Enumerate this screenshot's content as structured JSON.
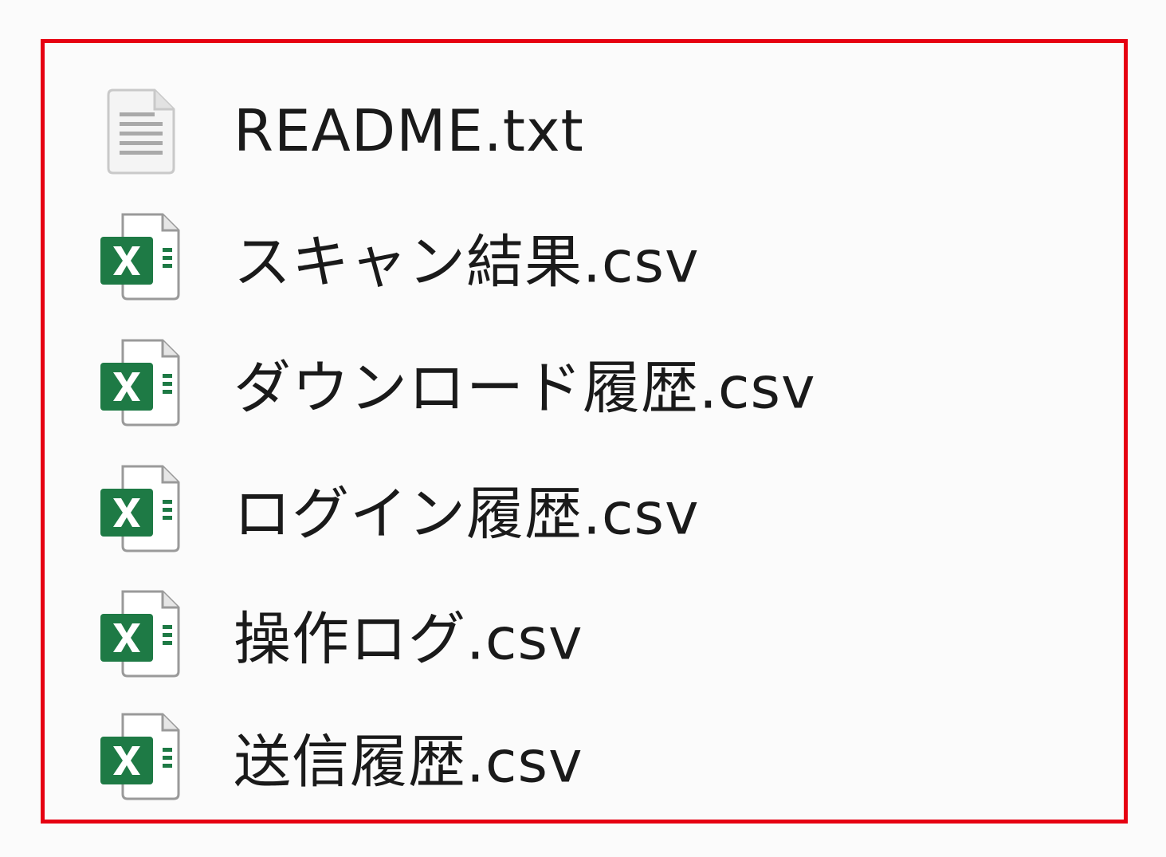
{
  "files": [
    {
      "name": "README.txt",
      "icon": "text-file-icon"
    },
    {
      "name": "スキャン結果.csv",
      "icon": "excel-csv-icon"
    },
    {
      "name": "ダウンロード履歴.csv",
      "icon": "excel-csv-icon"
    },
    {
      "name": "ログイン履歴.csv",
      "icon": "excel-csv-icon"
    },
    {
      "name": "操作ログ.csv",
      "icon": "excel-csv-icon"
    },
    {
      "name": "送信履歴.csv",
      "icon": "excel-csv-icon"
    }
  ],
  "colors": {
    "highlight_border": "#e60012",
    "excel_green": "#1e7a45",
    "text": "#1a1a1a"
  }
}
